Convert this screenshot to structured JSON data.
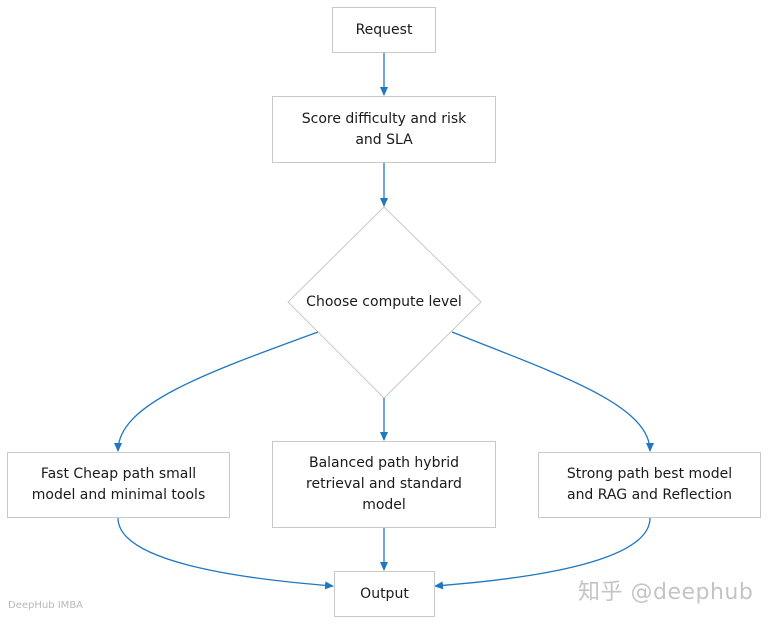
{
  "colors": {
    "arrow": "#1f78c1",
    "border": "#c9c9c9",
    "text": "#1a1a1a",
    "watermark": "#c0c0c0"
  },
  "nodes": {
    "request": "Request",
    "score": "Score difficulty and risk and SLA",
    "decision": "Choose compute level",
    "fast": "Fast Cheap path small model and minimal tools",
    "balanced": "Balanced path hybrid retrieval and standard model",
    "strong": "Strong path best model and RAG and Reflection",
    "output": "Output"
  },
  "watermarks": {
    "left": "DeepHub IMBA",
    "right": "知乎 @deephub"
  }
}
